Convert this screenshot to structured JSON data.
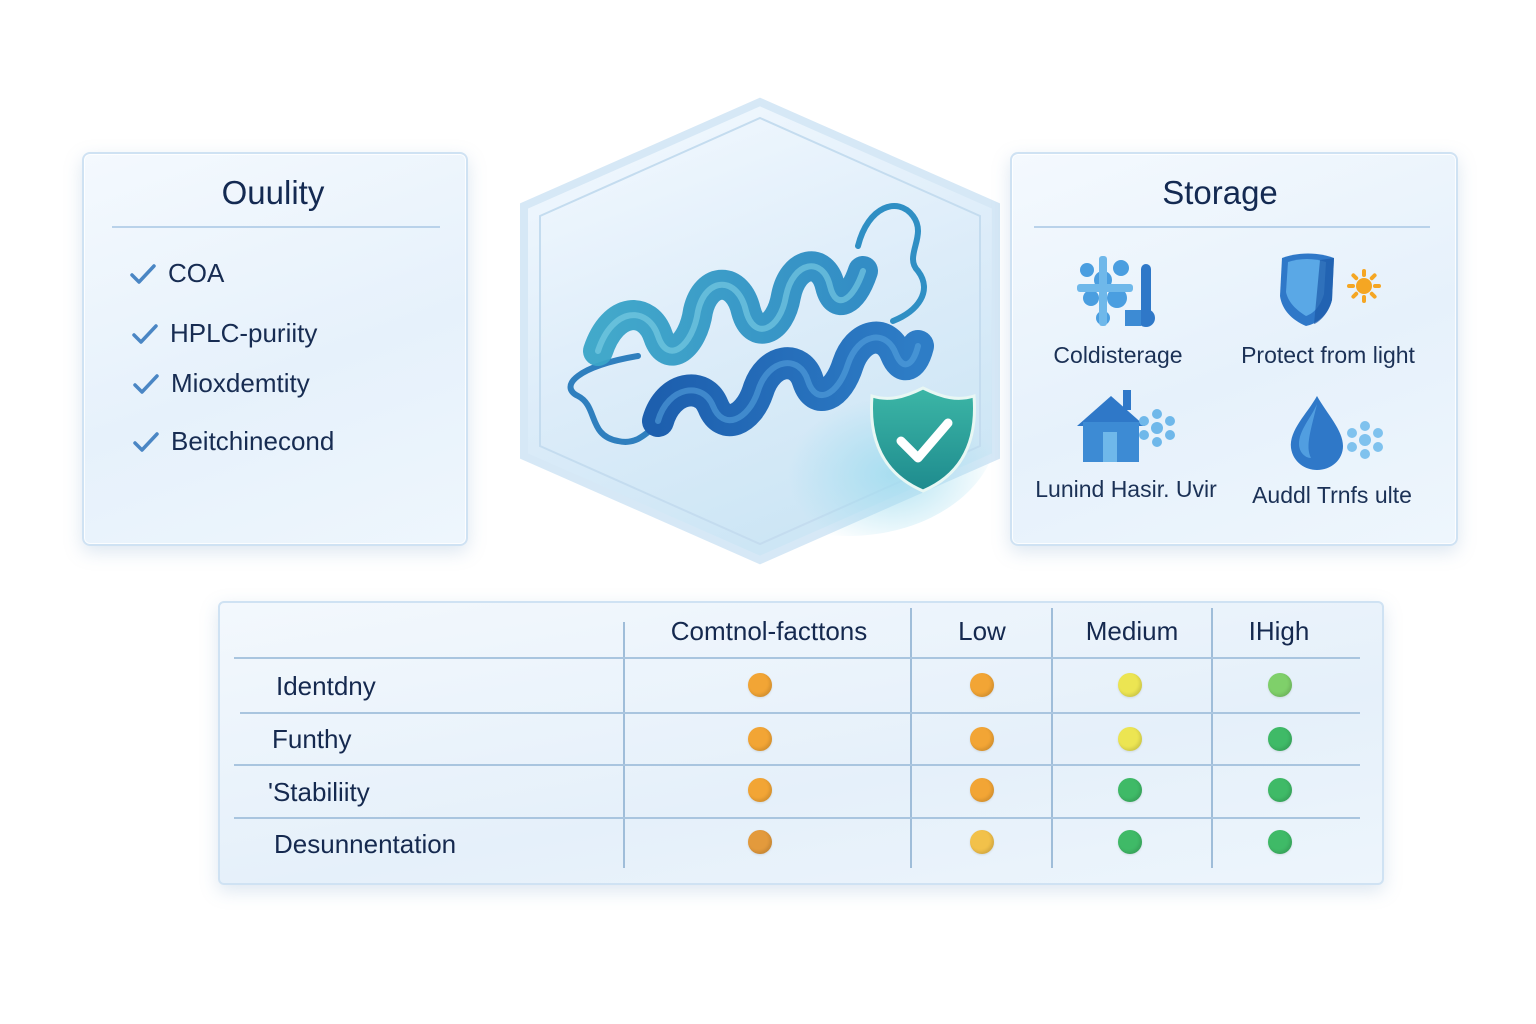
{
  "quality": {
    "title": "Ouulity",
    "items": [
      {
        "label": "COA"
      },
      {
        "label": "HPLC-puriity"
      },
      {
        "label": "Mioxdemtity"
      },
      {
        "label": "Beitchinecond"
      }
    ]
  },
  "storage": {
    "title": "Storage",
    "items": [
      {
        "label": "Coldisterage",
        "icon": "snowflake-thermometer-icon"
      },
      {
        "label": "Protect from light",
        "icon": "shield-sun-icon"
      },
      {
        "label": "Lunind Hasir. Uvir",
        "icon": "house-snowflake-icon"
      },
      {
        "label": "Auddl Trnfs ulte",
        "icon": "droplet-snowflake-icon"
      }
    ]
  },
  "center": {
    "icon": "protein-helix-icon",
    "badge_icon": "shield-check-icon"
  },
  "table": {
    "headers": [
      "Comtnol-facttons",
      "Low",
      "Medium",
      "IHigh"
    ],
    "rows": [
      {
        "label": "Identdny",
        "levels": [
          "orange",
          "orange",
          "yellow",
          "light-green"
        ]
      },
      {
        "label": "Funthy",
        "levels": [
          "orange",
          "orange",
          "yellow",
          "green"
        ]
      },
      {
        "label": "'Stabiliity",
        "levels": [
          "orange",
          "orange",
          "green",
          "green"
        ]
      },
      {
        "label": "Desunnentation",
        "levels": [
          "dark-orange",
          "amber",
          "green",
          "green"
        ]
      }
    ]
  },
  "colors": {
    "orange": "#f2a535",
    "dark-orange": "#e39a3c",
    "amber": "#f2c14a",
    "yellow": "#ece552",
    "light-green": "#7fd06a",
    "green": "#3fba67",
    "accent": "#1f6fb8"
  }
}
